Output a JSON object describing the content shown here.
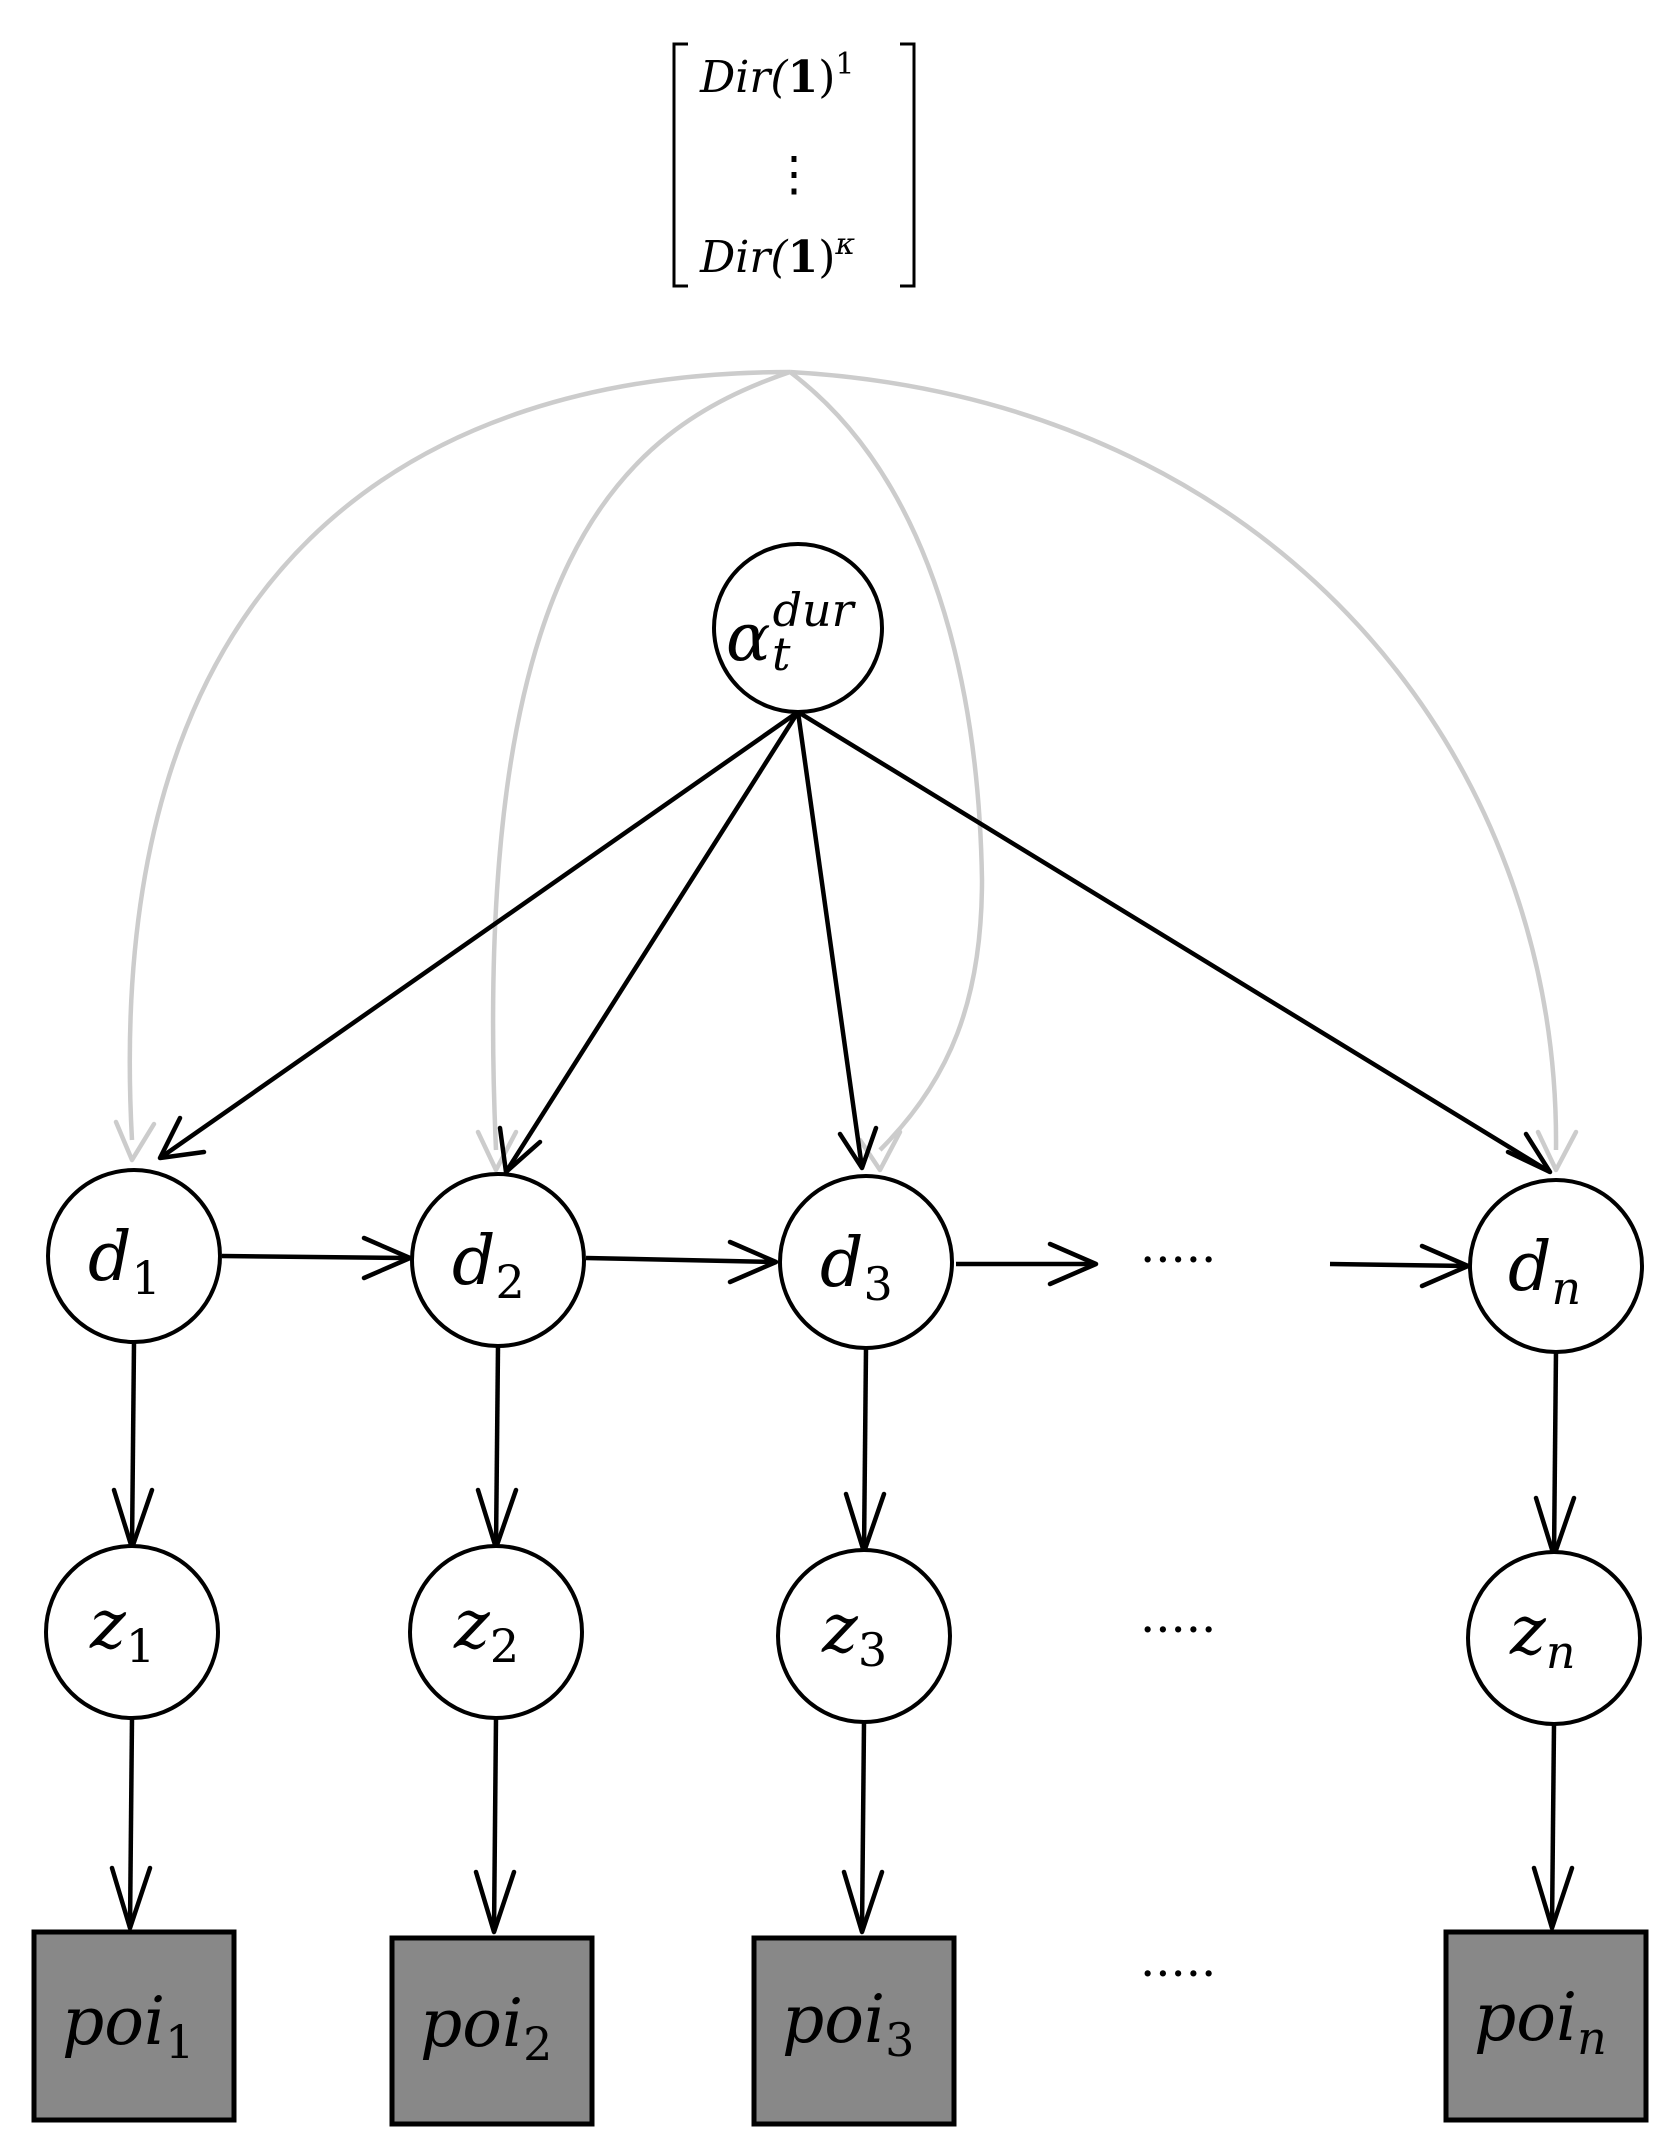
{
  "colors": {
    "edge_black": "#000000",
    "edge_gray": "#cccccc",
    "observed_fill": "#888888",
    "node_fill": "#ffffff"
  },
  "prior": {
    "top_base": "Dir(",
    "top_bold": "1",
    "top_close": ")",
    "top_sup": "1",
    "vdots": "⋮",
    "bottom_base": "Dir(",
    "bottom_bold": "1",
    "bottom_close": ")",
    "bottom_sup": "κ"
  },
  "alpha_node": {
    "base": "α",
    "sup": "dur",
    "sub": "t"
  },
  "d_nodes": [
    {
      "base": "d",
      "sub": "1"
    },
    {
      "base": "d",
      "sub": "2"
    },
    {
      "base": "d",
      "sub": "3"
    },
    {
      "base": "d",
      "sub": "n"
    }
  ],
  "z_nodes": [
    {
      "base": "z",
      "sub": "1"
    },
    {
      "base": "z",
      "sub": "2"
    },
    {
      "base": "z",
      "sub": "3"
    },
    {
      "base": "z",
      "sub": "n"
    }
  ],
  "poi_nodes": [
    {
      "base": "poi",
      "sub": "1"
    },
    {
      "base": "poi",
      "sub": "2"
    },
    {
      "base": "poi",
      "sub": "3"
    },
    {
      "base": "poi",
      "sub": "n"
    }
  ],
  "ellipsis": {
    "d_row": ".....",
    "z_row": ".....",
    "poi_row": "....."
  }
}
